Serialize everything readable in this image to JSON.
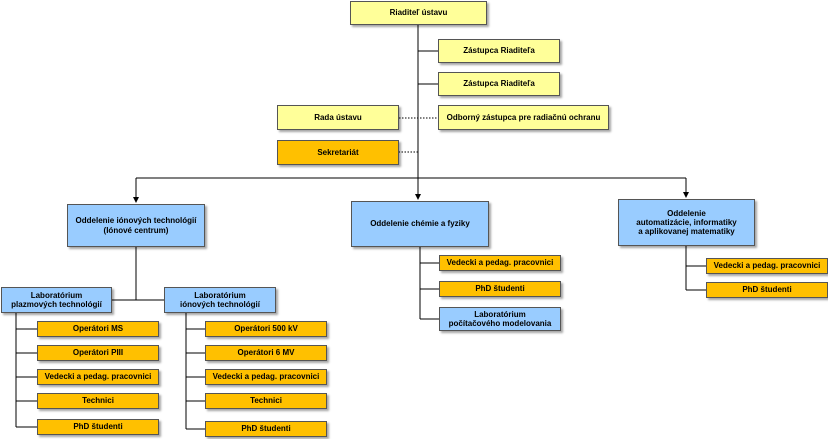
{
  "director": "Riaditeľ ústavu",
  "deputy_1": "Zástupca Riaditeľa",
  "deputy_2": "Zástupca Riaditeľa",
  "radiation_deputy": "Odborný zástupca pre radiačnú ochranu",
  "council": "Rada ústavu",
  "secretariat": "Sekretariát",
  "departments": {
    "ion": "Oddelenie iónových technológií\n(Iónové centrum)",
    "chem": "Oddelenie chémie a fyziky",
    "auto": "Oddelenie\nautomatizácie, informatiky\na aplikovanej matematiky"
  },
  "labs": {
    "plasma": {
      "title": "Laboratórium\nplazmových technológií",
      "items": [
        "Operátori MS",
        "Operátori PIII",
        "Vedecki a pedag. pracovnici",
        "Technici",
        "PhD študenti"
      ]
    },
    "ion": {
      "title": "Laboratórium\niónových technológií",
      "items": [
        "Operátori 500 kV",
        "Operátori 6 MV",
        "Vedecki a pedag. pracovnici",
        "Technici",
        "PhD študenti"
      ]
    }
  },
  "chem_units": [
    "Vedecki a pedag. pracovnici",
    "PhD študenti"
  ],
  "chem_lab": "Laboratórium\npočítačového modelovania",
  "auto_units": [
    "Vedecki a pedag. pracovnici",
    "PhD študenti"
  ]
}
